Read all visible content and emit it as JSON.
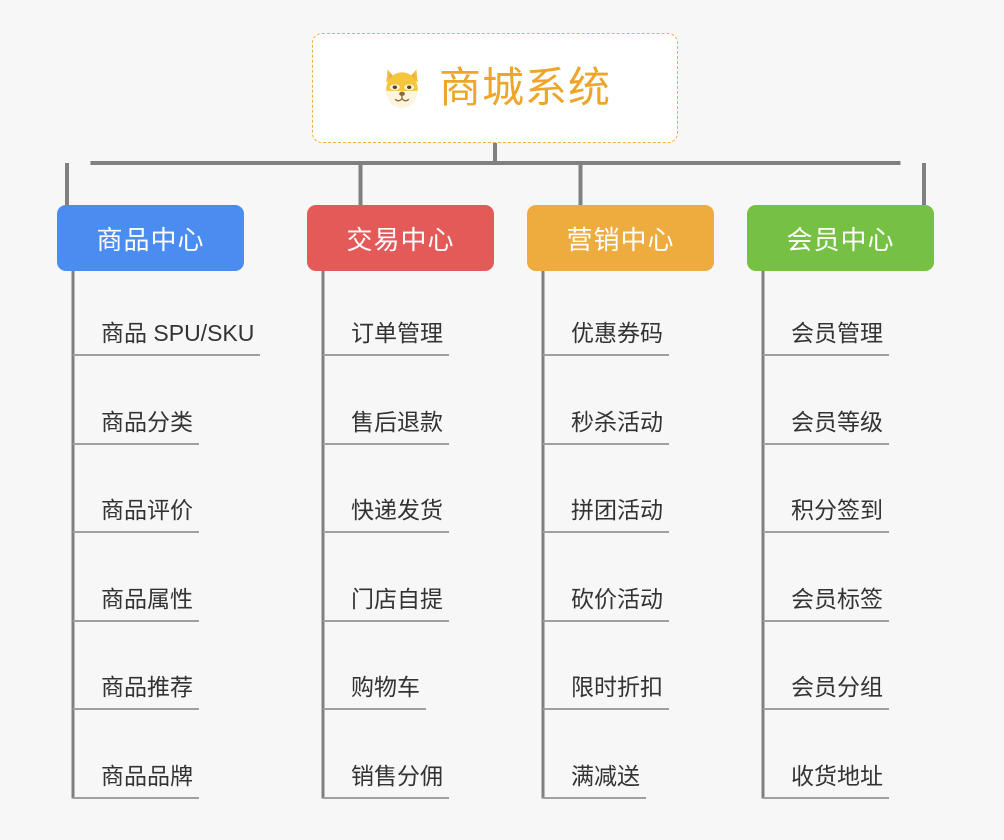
{
  "page": {
    "background_color": "#f7f7f7",
    "connector_color": "#808080",
    "leaf_underline_color": "#a0a0a0",
    "leaf_text_color": "#333333"
  },
  "root": {
    "title": "商城系统",
    "icon": "shiba-dog-icon",
    "text_color": "#eda52c",
    "border_color": "#f0b040",
    "background_color": "#ffffff"
  },
  "branches": [
    {
      "id": "product-center",
      "label": "商品中心",
      "color": "#4a8cf0",
      "items": [
        "商品 SPU/SKU",
        "商品分类",
        "商品评价",
        "商品属性",
        "商品推荐",
        "商品品牌"
      ]
    },
    {
      "id": "trade-center",
      "label": "交易中心",
      "color": "#e45a59",
      "items": [
        "订单管理",
        "售后退款",
        "快递发货",
        "门店自提",
        "购物车",
        "销售分佣"
      ]
    },
    {
      "id": "marketing-center",
      "label": "营销中心",
      "color": "#eeab3e",
      "items": [
        "优惠券码",
        "秒杀活动",
        "拼团活动",
        "砍价活动",
        "限时折扣",
        "满减送"
      ]
    },
    {
      "id": "member-center",
      "label": "会员中心",
      "color": "#76c043",
      "items": [
        "会员管理",
        "会员等级",
        "积分签到",
        "会员标签",
        "会员分组",
        "收货地址"
      ]
    }
  ]
}
